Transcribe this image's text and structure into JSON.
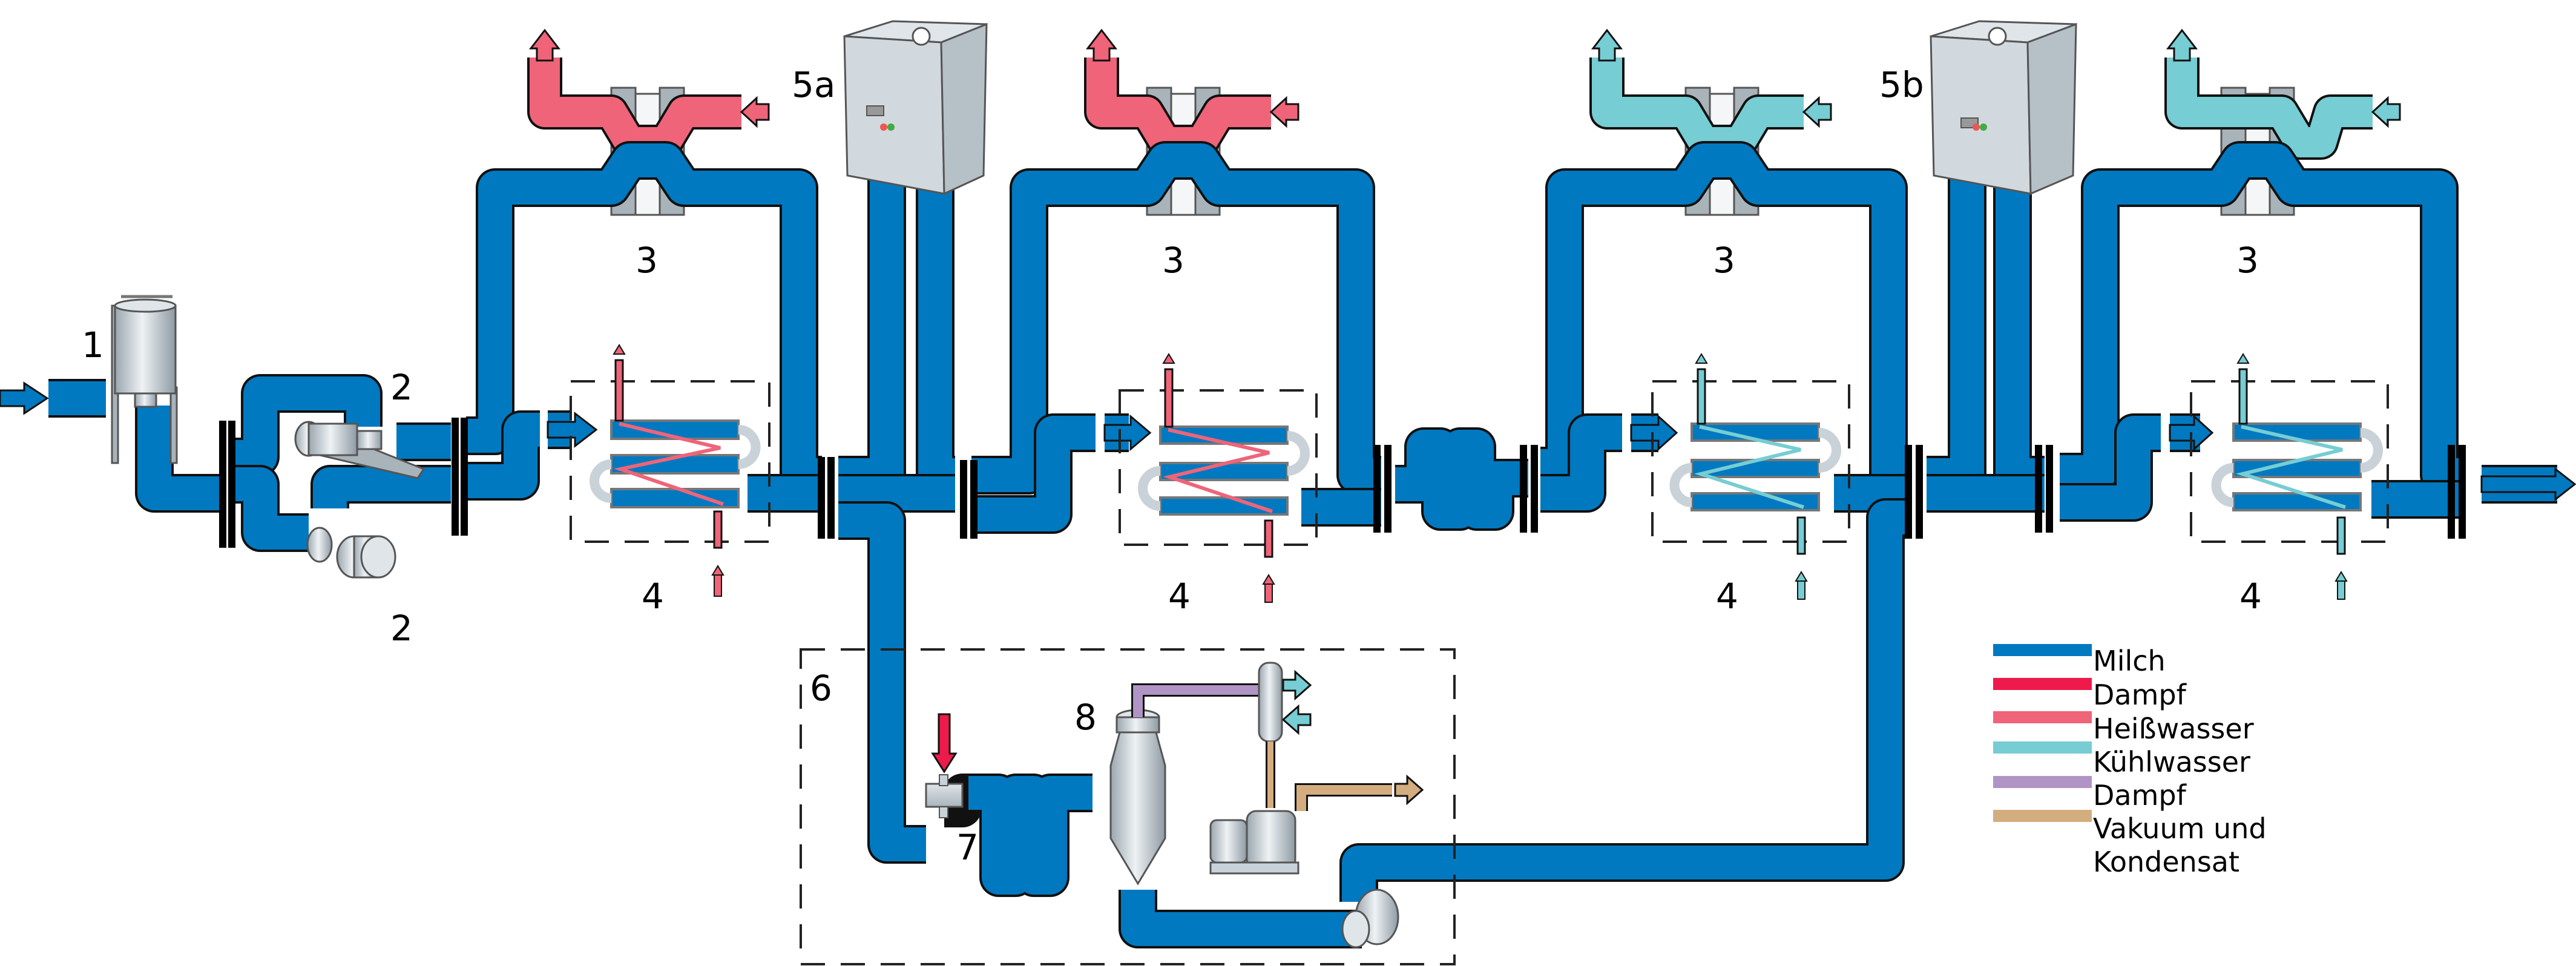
{
  "diagram": {
    "title": "",
    "labels": {
      "tank": "1",
      "pump_top": "2",
      "pump_bottom": "2",
      "phe_1": "3",
      "phe_2": "3",
      "phe_3": "3",
      "phe_4": "3",
      "tube_1": "4",
      "tube_2": "4",
      "tube_3": "4",
      "tube_4": "4",
      "homogenizer_a": "5a",
      "homogenizer_b": "5b",
      "deaeration_unit": "6",
      "steam_injector": "7",
      "vacuum_vessel": "8"
    }
  },
  "legend": {
    "items": [
      {
        "label": "Milch",
        "color": "#0079c1"
      },
      {
        "label": "Dampf",
        "color": "#ee1a4c"
      },
      {
        "label": "Heißwasser",
        "color": "#ef6479"
      },
      {
        "label": "Kühlwasser",
        "color": "#76cdd3"
      },
      {
        "label": "Dampf",
        "color": "#b094c5"
      },
      {
        "label": "Vakuum und",
        "color": "#d4ad7f"
      },
      {
        "label": "Kondensat",
        "color": null
      }
    ]
  },
  "colors": {
    "milk": "#0079c1",
    "steam": "#ee1a4c",
    "hot_water": "#ef6479",
    "cooling_water": "#76cdd3",
    "vapour": "#b094c5",
    "vacuum_condensate": "#d4ad7f"
  }
}
